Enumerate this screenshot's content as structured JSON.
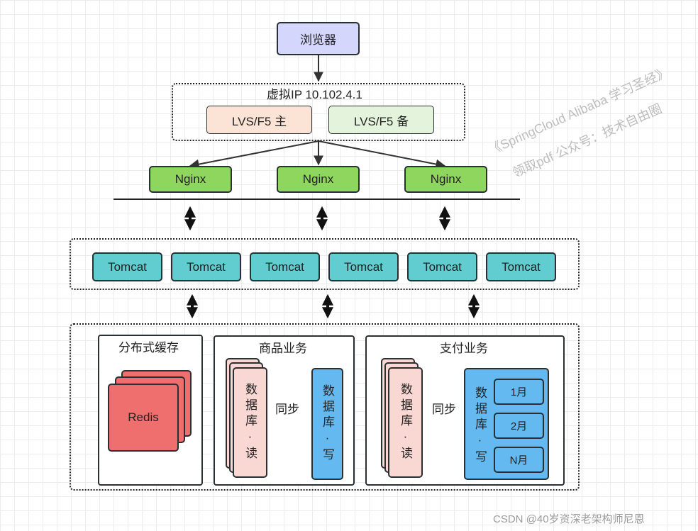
{
  "browser": "浏览器",
  "vip_label": "虚拟IP 10.102.4.1",
  "lvs_primary": "LVS/F5 主",
  "lvs_backup": "LVS/F5 备",
  "nginx": [
    "Nginx",
    "Nginx",
    "Nginx"
  ],
  "tomcat": [
    "Tomcat",
    "Tomcat",
    "Tomcat",
    "Tomcat",
    "Tomcat",
    "Tomcat"
  ],
  "cache": {
    "title": "分布式缓存",
    "redis": "Redis"
  },
  "product": {
    "title": "商品业务",
    "db_read": "数据库·读",
    "db_write": "数据库·写",
    "sync": "同步"
  },
  "payment": {
    "title": "支付业务",
    "db_read": "数据库·读",
    "db_write": "数据库·写",
    "sync": "同步",
    "partitions": [
      "1月",
      "2月",
      "N月"
    ]
  },
  "watermark": {
    "line1": "《SpringCloud Alibaba 学习圣经》",
    "line2": "领取pdf 公众号：技术自由圈"
  },
  "footer": "CSDN @40岁资深老架构师尼恩",
  "colors": {
    "browser": "#d4d6fb",
    "lvs_primary": "#fbe4d5",
    "lvs_backup": "#e4f4dc",
    "nginx": "#8fd65f",
    "tomcat": "#62cdd0",
    "redis": "#ef6e6e",
    "db_read": "#f9d7d2",
    "db_write": "#63b9f0"
  }
}
